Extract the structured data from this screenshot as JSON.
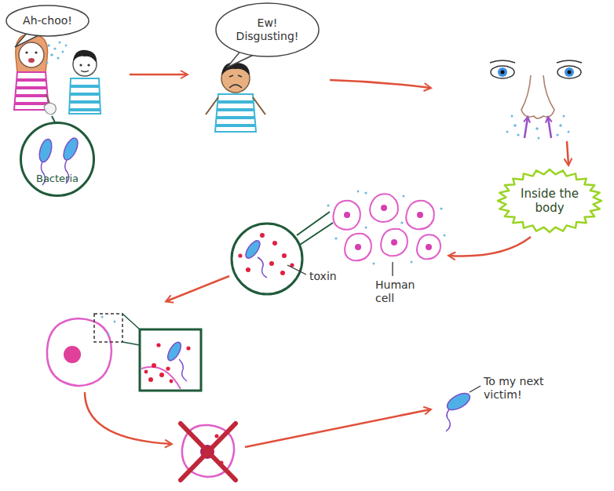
{
  "diagram": {
    "nodes": [
      {
        "text": [
          "Ah-choo!"
        ]
      },
      {
        "text": [
          "Bacteria"
        ]
      },
      {
        "text": [
          "Ew! Disgusting!"
        ]
      },
      {
        "text": [
          "Inside the body"
        ]
      }
    ],
    "labels": [
      "toxin",
      "Human cell",
      "To my next victim!"
    ]
  }
}
